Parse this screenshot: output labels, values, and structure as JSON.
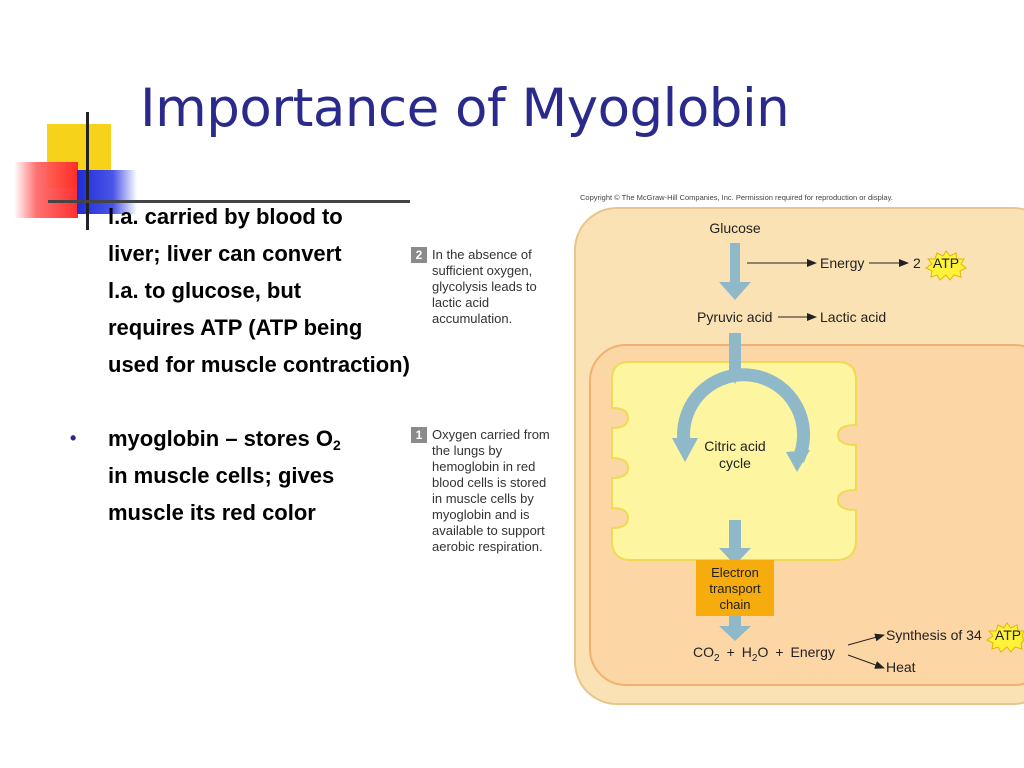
{
  "slide": {
    "title": "Importance of Myoglobin",
    "bullets": [
      {
        "lines": [
          "l.a. carried by blood to",
          "liver;  liver  can convert",
          "l.a. to glucose, but",
          "requires ATP (ATP  being",
          "used for muscle contraction)"
        ]
      },
      {
        "marker": "•",
        "lines": [
          "myoglobin – stores O",
          "in muscle cells; gives",
          "muscle its red color"
        ],
        "subscript": "2"
      }
    ]
  },
  "figure": {
    "copyright": "Copyright © The McGraw-Hill Companies, Inc. Permission required for reproduction or display.",
    "steps": [
      {
        "number": "2",
        "lines": [
          "In the absence of",
          "sufficient oxygen,",
          "glycolysis leads to",
          "lactic acid",
          "accumulation."
        ]
      },
      {
        "number": "1",
        "lines": [
          "Oxygen carried from",
          "the lungs by",
          "hemoglobin in red",
          "blood cells is stored",
          "in muscle cells by",
          "myoglobin and is",
          "available to support",
          "aerobic respiration."
        ]
      }
    ],
    "nodes": {
      "glucose": "Glucose",
      "energy": "Energy",
      "atp_count_1": "2",
      "atp": "ATP",
      "pyruvic_acid": "Pyruvic acid",
      "lactic_acid": "Lactic acid",
      "citric_acid_cycle": [
        "Citric acid",
        "cycle"
      ],
      "electron_transport_chain": [
        "Electron",
        "transport",
        "chain"
      ],
      "co2": "CO",
      "h2o_h": "H",
      "h2o_o": "O",
      "sub_2": "2",
      "plus": "+",
      "energy2": "Energy",
      "synthesis": "Synthesis of 34",
      "heat": "Heat"
    },
    "colors": {
      "cell_fill": "#fbe2b4",
      "cell_stroke": "#e8c58a",
      "mito_fill": "#fdd6a6",
      "mito_stroke": "#f0b070",
      "matrix_fill": "#fdf5a0",
      "matrix_stroke": "#eedb55",
      "arrow_blue": "#8fb9c9",
      "etc_fill": "#f5ac0c",
      "atp_star": "#fff23a"
    }
  }
}
